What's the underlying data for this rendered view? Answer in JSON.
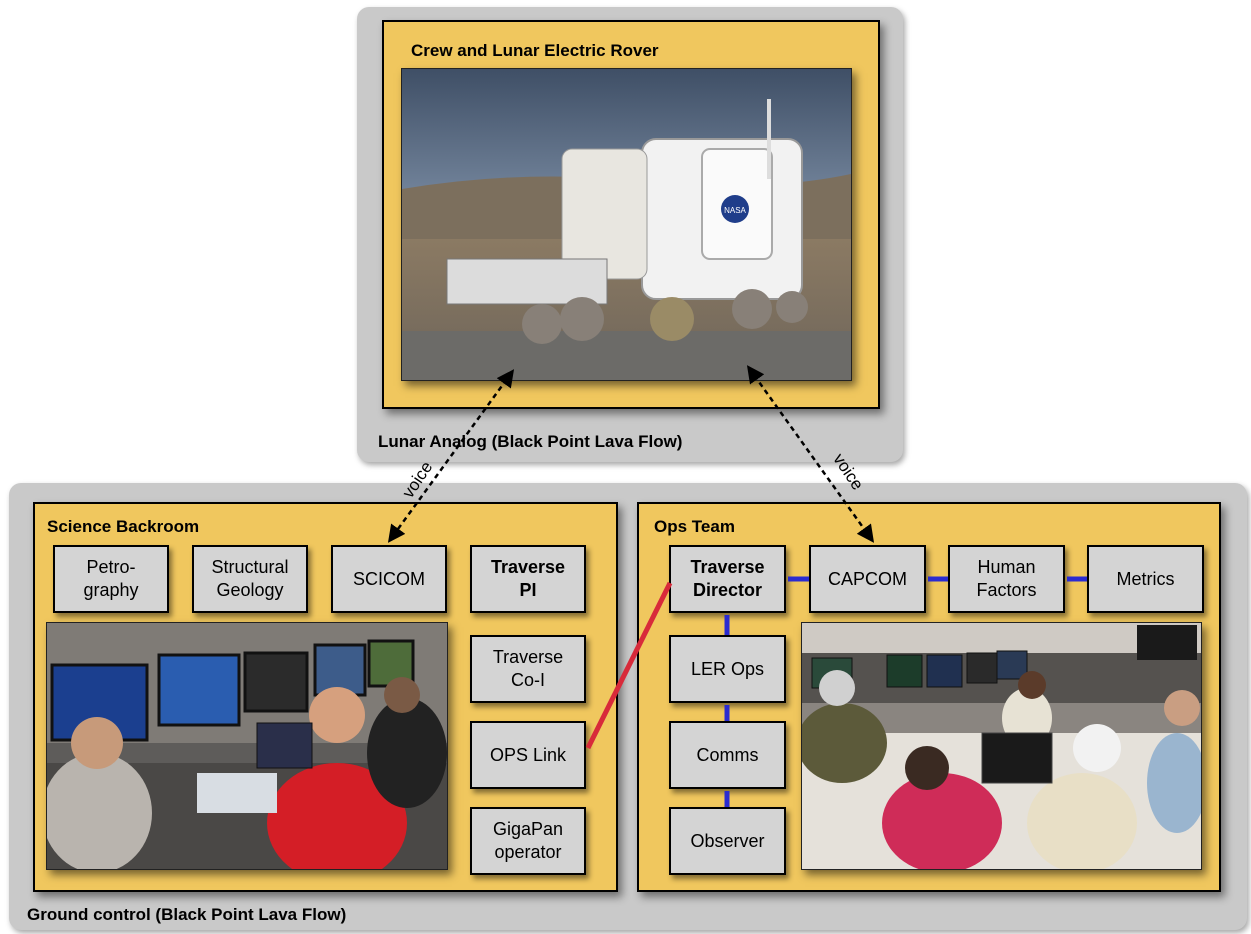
{
  "lunar_analog": {
    "label": "Lunar Analog (Black Point Lava Flow)",
    "rover_title": "Crew and Lunar Electric Rover"
  },
  "ground_control": {
    "label": "Ground control (Black Point Lava Flow)",
    "science_backroom": {
      "title": "Science Backroom",
      "boxes": [
        {
          "label": "Petro-\ngraphy"
        },
        {
          "label": "Structural\nGeology"
        },
        {
          "label": "SCICOM"
        },
        {
          "label": "Traverse\nPI"
        },
        {
          "label": "Traverse\nCo-I"
        },
        {
          "label": "OPS Link"
        },
        {
          "label": "GigaPan\noperator"
        }
      ]
    },
    "ops_team": {
      "title": "Ops Team",
      "boxes": [
        {
          "label": "Traverse\nDirector"
        },
        {
          "label": "CAPCOM"
        },
        {
          "label": "Human\nFactors"
        },
        {
          "label": "Metrics"
        },
        {
          "label": "LER Ops"
        },
        {
          "label": "Comms"
        },
        {
          "label": "Observer"
        }
      ]
    }
  },
  "links": {
    "voice_left": "voice",
    "voice_right": "voice"
  },
  "photo_logo_text": "NASA",
  "colors": {
    "panel_yellow": "#f0c75e",
    "panel_gray": "#c9c9c9",
    "box_gray": "#d4d4d4",
    "connector_blue": "#2b2bd0",
    "connector_red": "#d82a3a"
  }
}
